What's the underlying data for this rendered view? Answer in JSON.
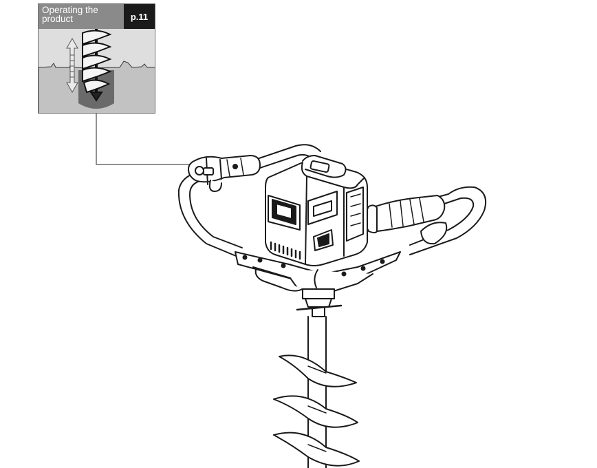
{
  "callout": {
    "title": "Operating the product",
    "page": "p.11",
    "icon": "auger-drilling-into-ground-icon"
  },
  "illustration": {
    "product": "earth-auger-powerhead-with-battery-and-bit",
    "highlight": "throttle-trigger-handle"
  },
  "colors": {
    "header_gray": "#8a8a8a",
    "page_badge": "#1a1a1a",
    "card_bg": "#c9c9c9",
    "line": "#222222"
  }
}
